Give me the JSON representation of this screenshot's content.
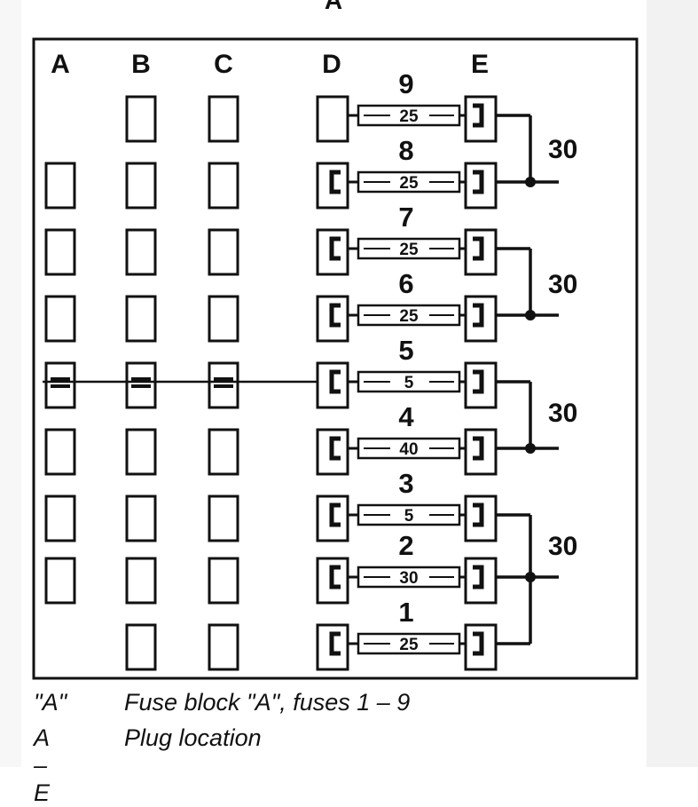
{
  "diagram": {
    "top_label": "A",
    "column_labels": [
      "A",
      "B",
      "C",
      "D",
      "E"
    ],
    "fuses": [
      {
        "number": "9",
        "rating": "25"
      },
      {
        "number": "8",
        "rating": "25"
      },
      {
        "number": "7",
        "rating": "25"
      },
      {
        "number": "6",
        "rating": "25"
      },
      {
        "number": "5",
        "rating": "5"
      },
      {
        "number": "4",
        "rating": "40"
      },
      {
        "number": "3",
        "rating": "5"
      },
      {
        "number": "2",
        "rating": "30"
      },
      {
        "number": "1",
        "rating": "25"
      }
    ],
    "terminal_labels": [
      "30",
      "30",
      "30",
      "30"
    ]
  },
  "legend": [
    {
      "key": "\"A\"",
      "value": "Fuse block \"A\", fuses 1 – 9"
    },
    {
      "key": "A – E",
      "value": "Plug location"
    }
  ]
}
